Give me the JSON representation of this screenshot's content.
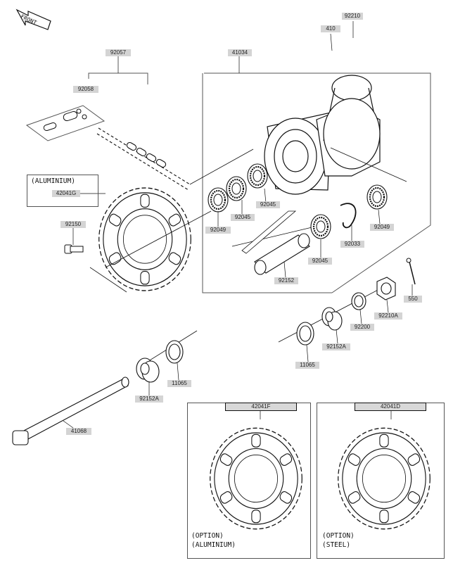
{
  "direction": {
    "front": "FRONT"
  },
  "labels": {
    "p92210": "92210",
    "p410": "410",
    "p41034": "41034",
    "p92057": "92057",
    "p92058": "92058",
    "p42041G": "42041G",
    "p92150": "92150",
    "p92049a": "92049",
    "p92045a": "92045",
    "p92045b": "92045",
    "p92045c": "92045",
    "p92033": "92033",
    "p92049b": "92049",
    "p92152": "92152",
    "p550": "550",
    "p92210A": "92210A",
    "p92200": "92200",
    "p92152Aa": "92152A",
    "p11065a": "11065",
    "p11065b": "11065",
    "p92152Ab": "92152A",
    "p41068": "41068",
    "p42041F": "42041F",
    "p42041D": "42041D"
  },
  "notes": {
    "aluminium_top": "(ALUMINIUM)",
    "opt_left_1": "(OPTION)",
    "opt_left_2": "(ALUMINIUM)",
    "opt_right_1": "(OPTION)",
    "opt_right_2": "(STEEL)"
  }
}
